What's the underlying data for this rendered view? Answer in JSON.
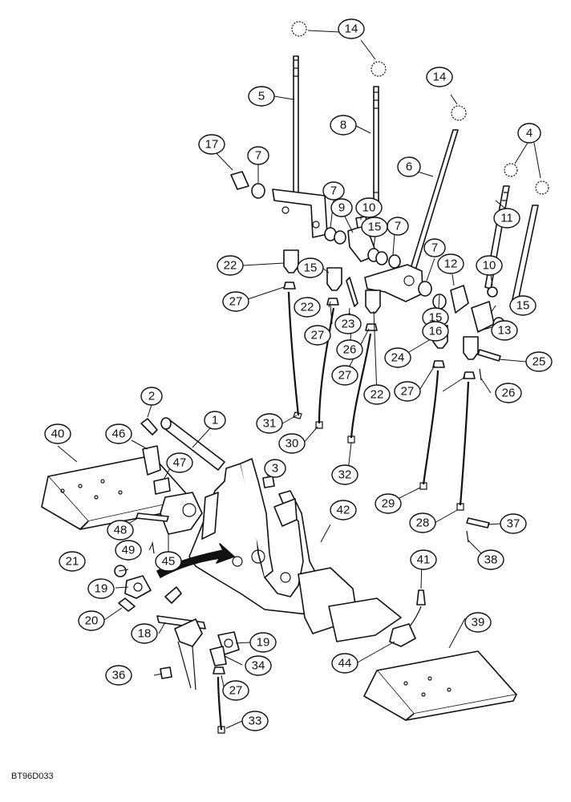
{
  "figure": {
    "reference_code": "BT96D033"
  },
  "callouts": [
    {
      "id": "c14a",
      "label": "14"
    },
    {
      "id": "c5",
      "label": "5"
    },
    {
      "id": "c8",
      "label": "8"
    },
    {
      "id": "c14b",
      "label": "14"
    },
    {
      "id": "c17",
      "label": "17"
    },
    {
      "id": "c7a",
      "label": "7"
    },
    {
      "id": "c6",
      "label": "6"
    },
    {
      "id": "c4",
      "label": "4"
    },
    {
      "id": "c7b",
      "label": "7"
    },
    {
      "id": "c9",
      "label": "9"
    },
    {
      "id": "c10a",
      "label": "10"
    },
    {
      "id": "c15a",
      "label": "15"
    },
    {
      "id": "c7c",
      "label": "7"
    },
    {
      "id": "c11",
      "label": "11"
    },
    {
      "id": "c7d",
      "label": "7"
    },
    {
      "id": "c12",
      "label": "12"
    },
    {
      "id": "c10b",
      "label": "10"
    },
    {
      "id": "c22a",
      "label": "22"
    },
    {
      "id": "c15b",
      "label": "15"
    },
    {
      "id": "c27a",
      "label": "27"
    },
    {
      "id": "c22b",
      "label": "22"
    },
    {
      "id": "c15c",
      "label": "15"
    },
    {
      "id": "c15d",
      "label": "15"
    },
    {
      "id": "c16",
      "label": "16"
    },
    {
      "id": "c23",
      "label": "23"
    },
    {
      "id": "c27b",
      "label": "27"
    },
    {
      "id": "c13",
      "label": "13"
    },
    {
      "id": "c26a",
      "label": "26"
    },
    {
      "id": "c24",
      "label": "24"
    },
    {
      "id": "c25",
      "label": "25"
    },
    {
      "id": "c27c",
      "label": "27"
    },
    {
      "id": "c27d",
      "label": "27"
    },
    {
      "id": "c26b",
      "label": "26"
    },
    {
      "id": "c22c",
      "label": "22"
    },
    {
      "id": "c2",
      "label": "2"
    },
    {
      "id": "c31",
      "label": "31"
    },
    {
      "id": "c1",
      "label": "1"
    },
    {
      "id": "c40",
      "label": "40"
    },
    {
      "id": "c46",
      "label": "46"
    },
    {
      "id": "c30",
      "label": "30"
    },
    {
      "id": "c47",
      "label": "47"
    },
    {
      "id": "c3",
      "label": "3"
    },
    {
      "id": "c32",
      "label": "32"
    },
    {
      "id": "c29",
      "label": "29"
    },
    {
      "id": "c42",
      "label": "42"
    },
    {
      "id": "c48",
      "label": "48"
    },
    {
      "id": "c28",
      "label": "28"
    },
    {
      "id": "c37",
      "label": "37"
    },
    {
      "id": "c49",
      "label": "49"
    },
    {
      "id": "c45",
      "label": "45"
    },
    {
      "id": "c38",
      "label": "38"
    },
    {
      "id": "c21",
      "label": "21"
    },
    {
      "id": "c41",
      "label": "41"
    },
    {
      "id": "c19a",
      "label": "19"
    },
    {
      "id": "c20",
      "label": "20"
    },
    {
      "id": "c39",
      "label": "39"
    },
    {
      "id": "c18",
      "label": "18"
    },
    {
      "id": "c19b",
      "label": "19"
    },
    {
      "id": "c34",
      "label": "34"
    },
    {
      "id": "c36",
      "label": "36"
    },
    {
      "id": "c27e",
      "label": "27"
    },
    {
      "id": "c44",
      "label": "44"
    },
    {
      "id": "c33",
      "label": "33"
    }
  ]
}
